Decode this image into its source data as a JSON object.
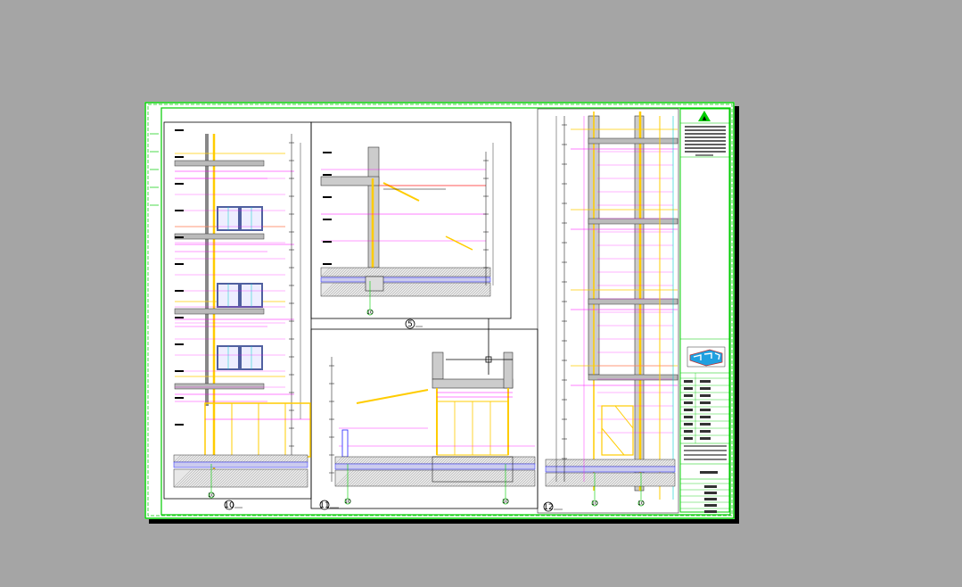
{
  "drawing": {
    "background_color": "#a5a5a5",
    "sheet_color": "#ffffff",
    "border_color": "#00cc00",
    "panels": [
      {
        "id": "10",
        "label": "10"
      },
      {
        "id": "11",
        "label": "11"
      },
      {
        "id": "12",
        "label": "12"
      },
      {
        "id": "5",
        "label": "5"
      }
    ],
    "grid_bubbles": {
      "panel_10": "10",
      "panel_5": "10",
      "panel_11_left": "10",
      "panel_11_right": "10",
      "panel_12_left": "10",
      "panel_12_right": "10"
    },
    "colors": {
      "magenta": "#ff00ff",
      "yellow": "#ffcc00",
      "cyan": "#00cccc",
      "blue": "#2020ff",
      "red": "#ff2020",
      "green": "#00cc00",
      "window": "#5060a0"
    }
  },
  "title_block": {
    "logo_glyph": "▲"
  }
}
